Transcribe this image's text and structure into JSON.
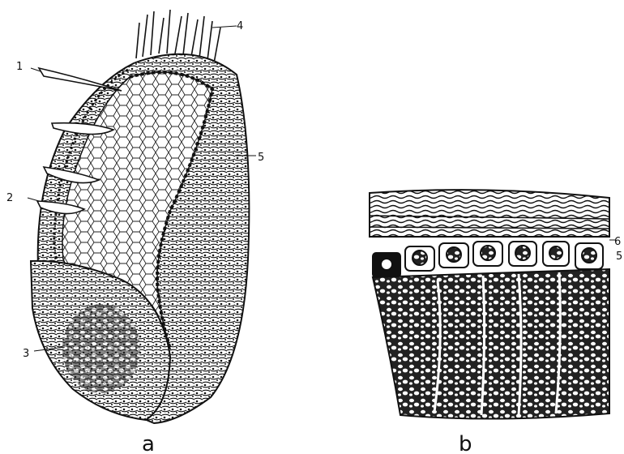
{
  "panels": [
    {
      "id": "a",
      "caption": "a"
    },
    {
      "id": "b",
      "caption": "b"
    }
  ],
  "callouts_a": [
    "1",
    "2",
    "3",
    "4",
    "5"
  ],
  "callouts_b": [
    "6",
    "5"
  ],
  "colors": {
    "ink": "#111111",
    "paper": "#ffffff"
  }
}
